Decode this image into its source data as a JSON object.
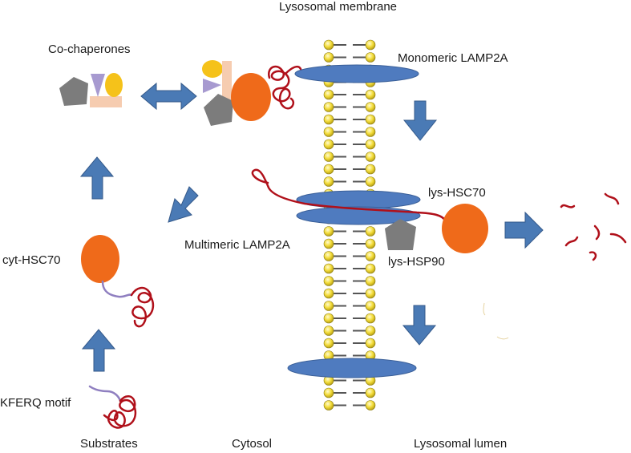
{
  "labels": {
    "membrane": "Lysosomal membrane",
    "co_chaperones": "Co-chaperones",
    "monomeric": "Monomeric LAMP2A",
    "lys_hsc70": "lys-HSC70",
    "multimeric": "Multimeric LAMP2A",
    "lys_hsp90": "lys-HSP90",
    "cyt_hsc70": "cyt-HSC70",
    "kferq": "KFERQ motif",
    "substrates": "Substrates",
    "cytosol": "Cytosol",
    "lumen": "Lysosomal lumen"
  },
  "colors": {
    "arrow": "#4a7ab5",
    "lamp2a": "#4f7bbf",
    "hsc70": "#ef6a1a",
    "lipid_head": "#f5e04a",
    "substrate_chain": "#b0101a",
    "kferq_chain": "#8f7fc0",
    "hsp90": "#7c7c7c",
    "co_chaperone_yellow": "#f5c21a",
    "co_chaperone_purple": "#a79ad0",
    "co_chaperone_peach": "#f6ccb0"
  }
}
